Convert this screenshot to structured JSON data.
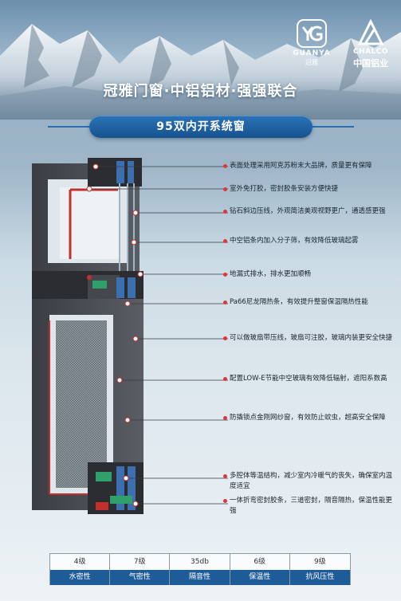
{
  "brand": {
    "guanya_en": "GUANYA",
    "guanya_cn": "冠雅",
    "chalco_en": "CHALCO",
    "chalco_cn": "中国铝业"
  },
  "headline": "冠雅门窗·中铝铝材·强强联合",
  "product_title": "95双内开系统窗",
  "colors": {
    "banner_blue": "#1e5b99",
    "leader_red": "#e2343a",
    "profile_grey": "#4a4d52",
    "seal_green": "#2fa06a"
  },
  "features": [
    "表面处理采用阿克苏粉末大品牌，质量更有保障",
    "室外免打胶，密封胶条安装方便快捷",
    "钻石斜边压线，外观简洁美观视野更广，通透感更强",
    "中空铝条内加入分子筛，有效降低玻璃起雾",
    "地漏式排水，排水更加顺畅",
    "Pa66尼龙隔热条，有效提升整窗保温隔热性能",
    "可以做玻扇带压线，玻扇可注胶，玻璃内装更安全快捷",
    "配置LOW-E节能中空玻璃有效降低辐射，遮阳系数高",
    "防撬锁点金刚网纱窗，有效防止蚊虫，超高安全保障",
    "多腔体等温结构，减少室内冷暖气的丧失，确保室内温度适宜",
    "一体折弯密封胶条，三道密封，隔音隔热，保温性能更强"
  ],
  "specs": [
    {
      "value": "4级",
      "label": "水密性"
    },
    {
      "value": "7级",
      "label": "气密性"
    },
    {
      "value": "35db",
      "label": "隔音性"
    },
    {
      "value": "6级",
      "label": "保温性"
    },
    {
      "value": "9级",
      "label": "抗风压性"
    }
  ]
}
